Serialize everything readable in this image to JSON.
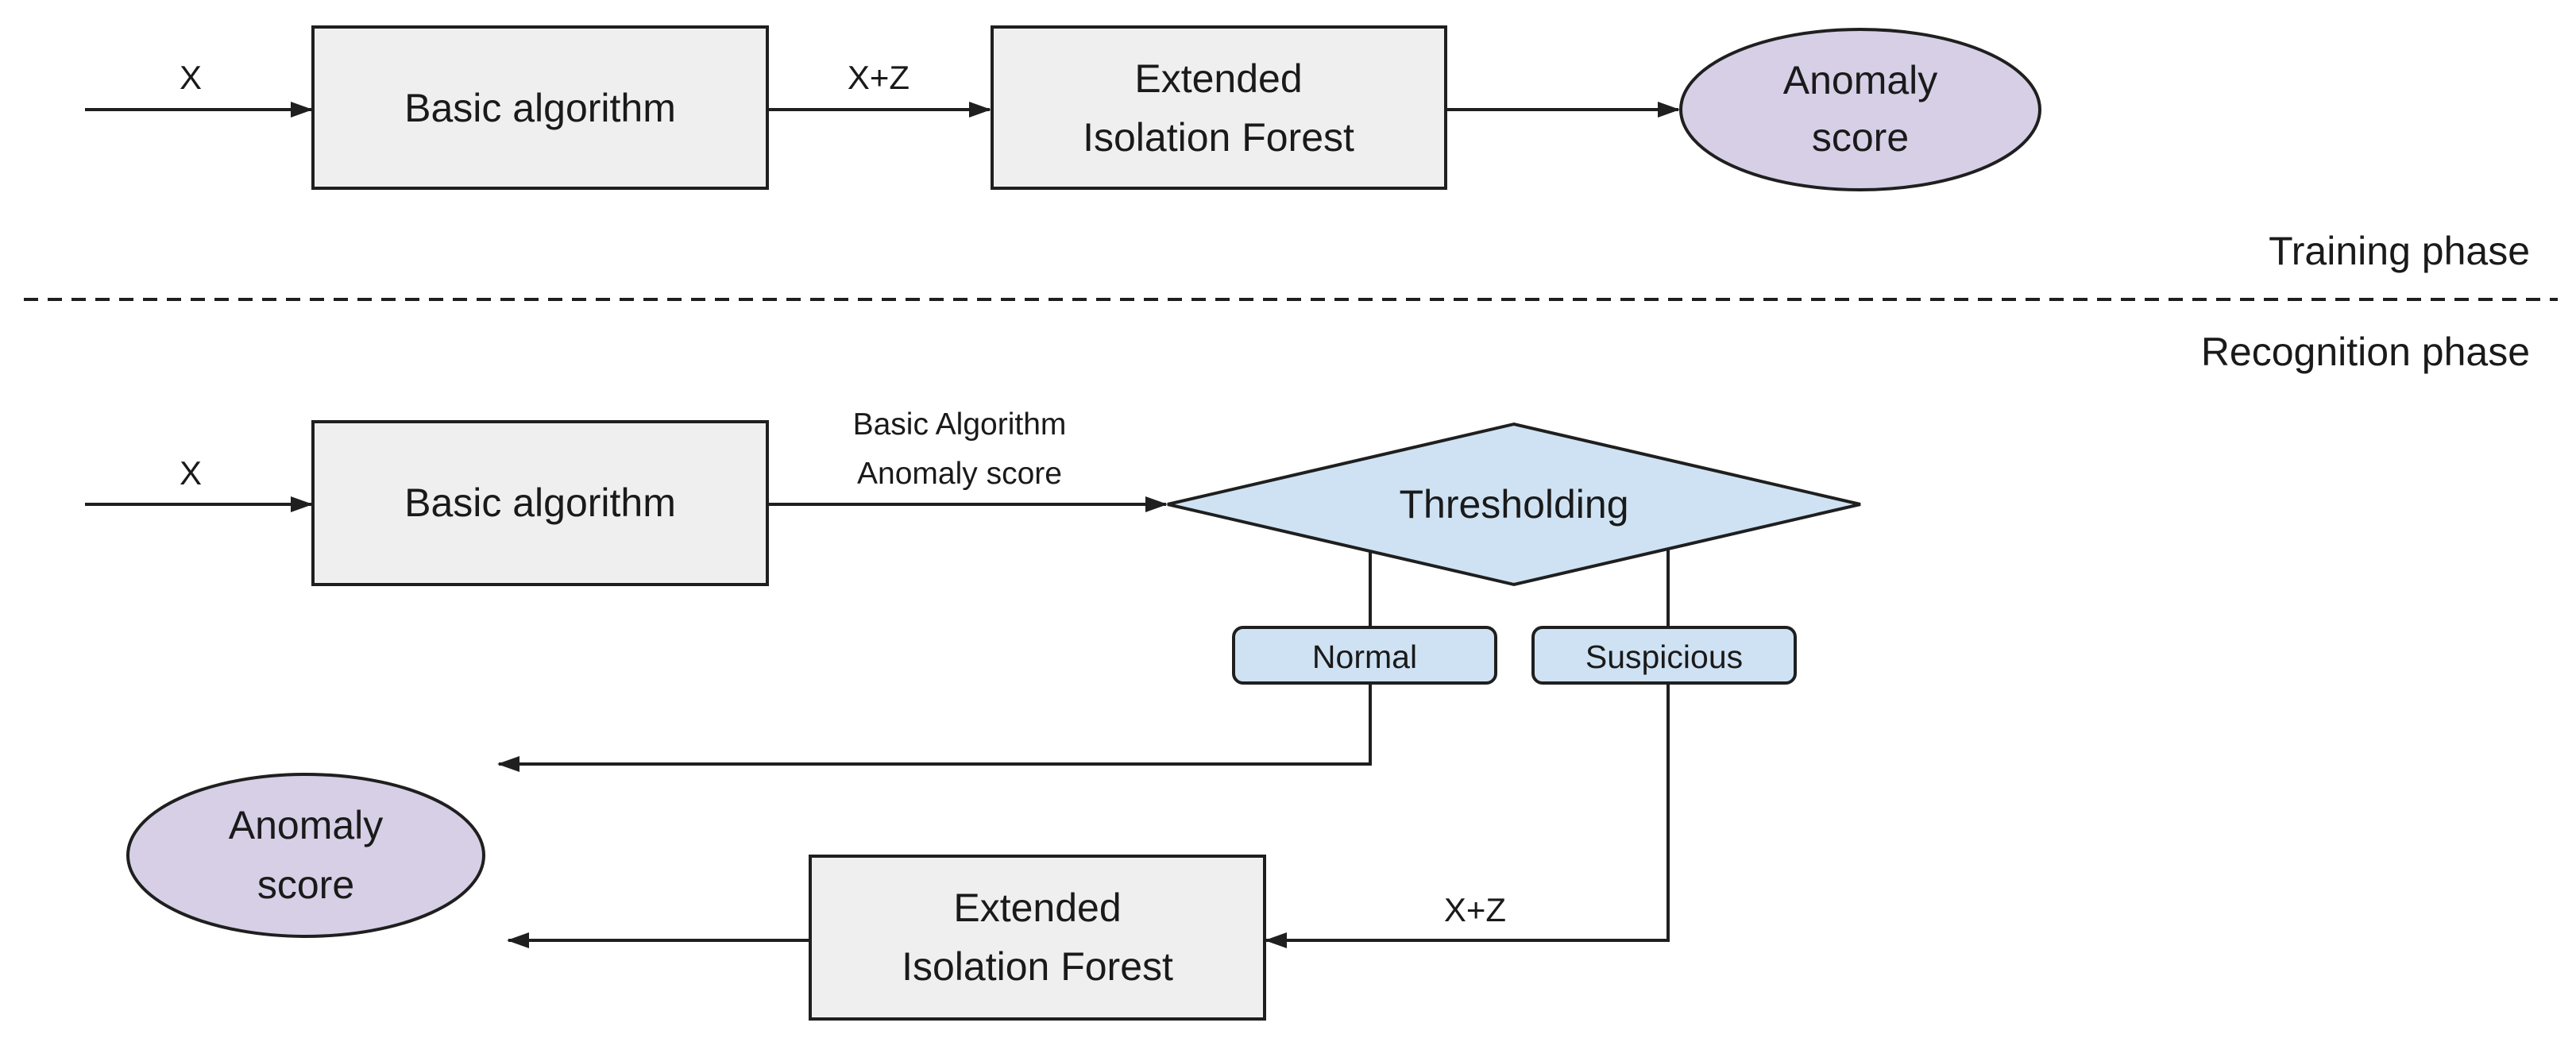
{
  "training": {
    "phase_label": "Training phase",
    "input_label": "X",
    "basic_box": "Basic algorithm",
    "edge_label": "X+Z",
    "eif_box": [
      "Extended",
      "Isolation Forest"
    ],
    "output": [
      "Anomaly",
      "score"
    ]
  },
  "recognition": {
    "phase_label": "Recognition phase",
    "input_label": "X",
    "basic_box": "Basic algorithm",
    "edge_label": [
      "Basic Algorithm",
      "Anomaly score"
    ],
    "decision": "Thresholding",
    "branch_normal": "Normal",
    "branch_suspicious": "Suspicious",
    "suspicious_edge_label": "X+Z",
    "eif_box": [
      "Extended",
      "Isolation Forest"
    ],
    "output": [
      "Anomaly",
      "score"
    ]
  },
  "colors": {
    "box_fill": "#efefef",
    "ellipse_fill": "#d6cfe6",
    "decision_fill": "#cfe2f3",
    "stroke": "#1f1f1f"
  }
}
